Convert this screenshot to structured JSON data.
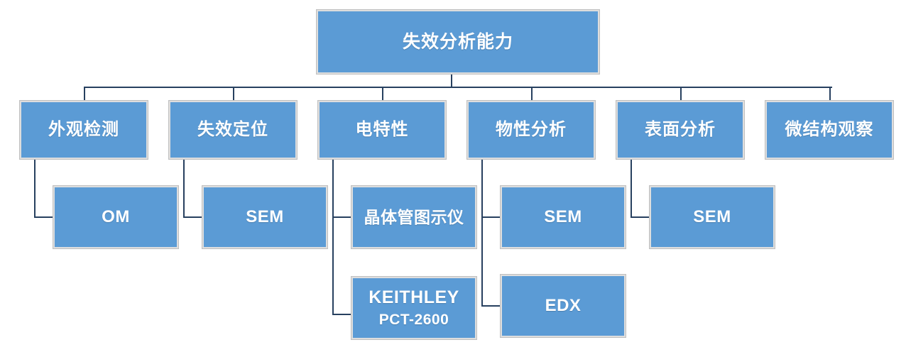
{
  "diagram": {
    "type": "org-tree",
    "title": "失效分析能力",
    "colors": {
      "node_fill": "#5B9BD5",
      "node_border": "#DEDEDE",
      "node_outline": "#BFBFBF",
      "connector": "#27405F",
      "text": "#FFFFFF",
      "background": "#FFFFFF"
    },
    "root": {
      "label": "失效分析能力"
    },
    "branches": [
      {
        "id": "appearance-inspection",
        "label": "外观检测",
        "children": [
          {
            "id": "om",
            "label": "OM"
          }
        ]
      },
      {
        "id": "failure-localization",
        "label": "失效定位",
        "children": [
          {
            "id": "sem-failure-localization",
            "label": "SEM"
          }
        ]
      },
      {
        "id": "electrical-characteristics",
        "label": "电特性",
        "children": [
          {
            "id": "transistor-curve-tracer",
            "label": "晶体管图示仪"
          },
          {
            "id": "keithley-pct-2600",
            "label_line1": "KEITHLEY",
            "label_line2": "PCT-2600"
          }
        ]
      },
      {
        "id": "physical-property-analysis",
        "label": "物性分析",
        "children": [
          {
            "id": "sem-physical-property",
            "label": "SEM"
          },
          {
            "id": "edx",
            "label": "EDX"
          }
        ]
      },
      {
        "id": "surface-analysis",
        "label": "表面分析",
        "children": [
          {
            "id": "sem-surface-analysis",
            "label": "SEM"
          }
        ]
      },
      {
        "id": "microstructure-observation",
        "label": "微结构观察",
        "children": []
      }
    ]
  }
}
